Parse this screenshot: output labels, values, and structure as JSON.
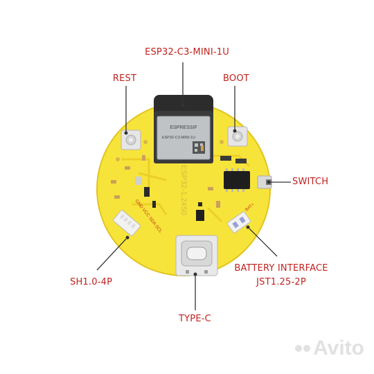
{
  "labels": {
    "esp32": "ESP32-C3-MINI-1U",
    "rest": "REST",
    "boot": "BOOT",
    "switch": "SWITCH",
    "battery_line1": "BATTERY INTERFACE",
    "battery_line2": "JST1.25-2P",
    "sh": "SH1.0-4P",
    "typec": "TYPE-C"
  },
  "module": {
    "brand": "ESPRESSIF",
    "model": "ESP32-C3-MINI-1U"
  },
  "silkscreen": {
    "pcb_id": "ESP32-1.24S0",
    "pins": "GND VCC SDA SCL",
    "bat": "BAT+"
  },
  "watermark": "Avito",
  "colors": {
    "pcb": "#f7e43a",
    "callout": "#c0221f",
    "module": "#3a3a3a"
  }
}
